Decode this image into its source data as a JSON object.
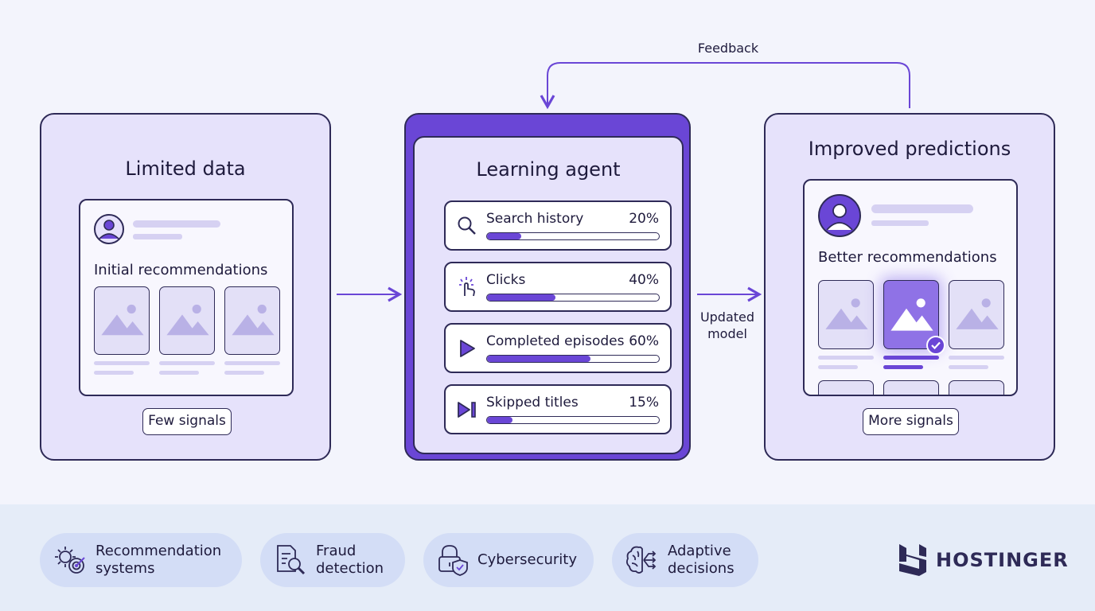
{
  "feedback_label": "Feedback",
  "updated_model_label": [
    "Updated",
    "model"
  ],
  "left_panel": {
    "title": "Limited data",
    "card_title": "Initial recommendations",
    "chip": "Few signals"
  },
  "center_panel": {
    "title": "Learning agent",
    "metrics": [
      {
        "label": "Search history",
        "pct_text": "20%",
        "value": 0.2,
        "icon": "search-icon"
      },
      {
        "label": "Clicks",
        "pct_text": "40%",
        "value": 0.4,
        "icon": "click-pointer-icon"
      },
      {
        "label": "Completed episodes",
        "pct_text": "60%",
        "value": 0.6,
        "icon": "play-icon"
      },
      {
        "label": "Skipped titles",
        "pct_text": "15%",
        "value": 0.15,
        "icon": "skip-forward-icon"
      }
    ]
  },
  "right_panel": {
    "title": "Improved predictions",
    "card_title": "Better recommendations",
    "chip": "More signals"
  },
  "footer": {
    "items": [
      {
        "label_lines": [
          "Recommendation",
          "systems"
        ],
        "icon": "gear-target-icon"
      },
      {
        "label_lines": [
          "Fraud",
          "detection"
        ],
        "icon": "document-search-icon"
      },
      {
        "label_lines": [
          "Cybersecurity"
        ],
        "icon": "lock-shield-icon"
      },
      {
        "label_lines": [
          "Adaptive",
          "decisions"
        ],
        "icon": "brain-arrows-icon"
      }
    ],
    "brand": "HOSTINGER"
  },
  "colors": {
    "accent": "#6a46d6",
    "panel": "#e6e2fb",
    "outline": "#2e2a57",
    "footer": "#e5ecf8"
  }
}
